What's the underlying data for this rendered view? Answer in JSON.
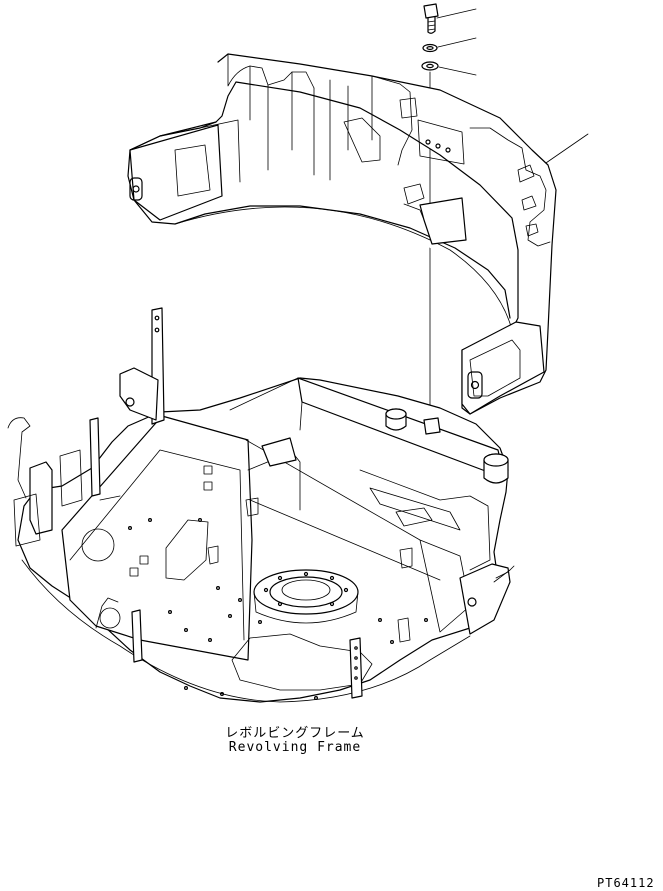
{
  "label": {
    "japanese": "レボルビングフレーム",
    "english": "Revolving Frame"
  },
  "drawing_code": "PT64112",
  "icons": [
    "bolt-icon",
    "spring-washer-icon",
    "washer-icon",
    "counterweight-icon",
    "revolving-frame-icon"
  ]
}
